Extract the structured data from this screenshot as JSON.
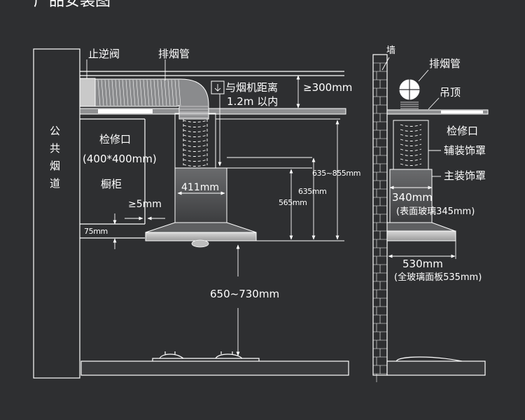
{
  "title": "产品安装图",
  "left": {
    "chimney": [
      "公",
      "共",
      "烟",
      "道"
    ],
    "check_valve": "止逆阀",
    "exhaust_pipe": "排烟管",
    "distance_note": "与烟机距离",
    "distance_value": "1.2m 以内",
    "gap_top": "≥300mm",
    "access_port": "检修口",
    "access_size": "(400*400mm)",
    "cabinet": "橱柜",
    "width_411": "411mm",
    "gap_side": "≥5mm",
    "dim_75": "75mm",
    "dim_635_855": "635~855mm",
    "dim_635": "635mm",
    "dim_565": "565mm",
    "dim_650_730": "650~730mm"
  },
  "right": {
    "wall": "墙",
    "exhaust_pipe": "排烟管",
    "ceiling": "吊顶",
    "access_port": "检修口",
    "aux_cover": "辅装饰罩",
    "main_cover": "主装饰罩",
    "width_340": "340mm",
    "glass_345": "(表面玻璃345mm)",
    "width_530": "530mm",
    "glass_535": "(全玻璃面板535mm)"
  }
}
